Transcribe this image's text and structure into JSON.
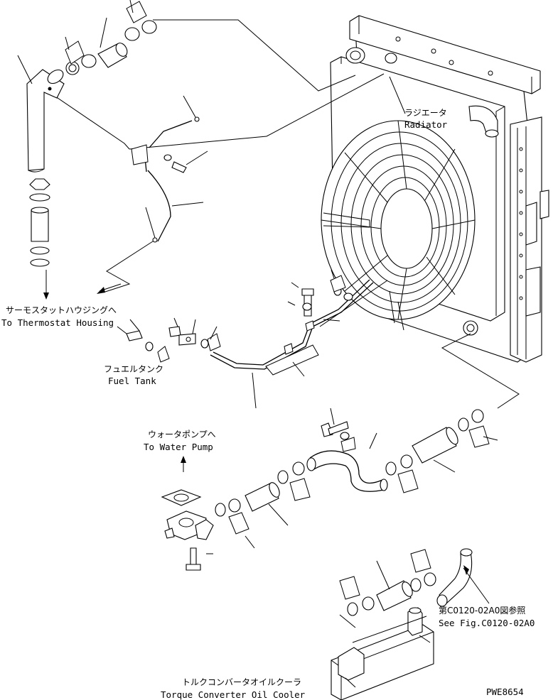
{
  "labels": {
    "radiator": {
      "jp": "ラジエータ",
      "en": "Radiator"
    },
    "thermostat": {
      "jp": "サーモスタットハウジングへ",
      "en": "To Thermostat Housing"
    },
    "fuel_tank": {
      "jp": "フュエルタンク",
      "en": "Fuel Tank"
    },
    "water_pump": {
      "jp": "ウォータポンプへ",
      "en": "To Water Pump"
    },
    "see_fig": {
      "jp": "第C0120-02A0図参照",
      "en": "See Fig.C0120-02A0"
    },
    "oil_cooler": {
      "jp": "トルクコンバータオイルクーラ",
      "en": "Torque Converter Oil Cooler"
    },
    "drawing_code": "PWE8654"
  }
}
